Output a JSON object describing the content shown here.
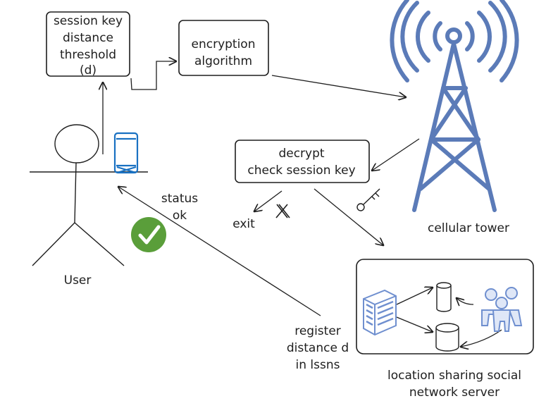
{
  "boxes": {
    "session": [
      "session key",
      "distance",
      "threshold",
      "(d)"
    ],
    "encryption": [
      "encryption",
      "algorithm"
    ],
    "decrypt": [
      "decrypt",
      "check session key"
    ]
  },
  "labels": {
    "user": "User",
    "status": [
      "status",
      "ok"
    ],
    "exit": "exit",
    "cellular_tower": "cellular tower",
    "register": [
      "register",
      "distance d",
      "in lssns"
    ],
    "server": [
      "location sharing social",
      "network server"
    ]
  },
  "colors": {
    "ink": "#1e1e1e",
    "tower": "#5b7bb8",
    "phone": "#1971c2",
    "check": "#5a9e3a",
    "server_blue": "#6f8fcf"
  },
  "icons": [
    "cell-tower-icon",
    "phone-icon",
    "check-icon",
    "x-icon",
    "key-icon",
    "server-rack-icon",
    "database-icon",
    "people-group-icon"
  ]
}
